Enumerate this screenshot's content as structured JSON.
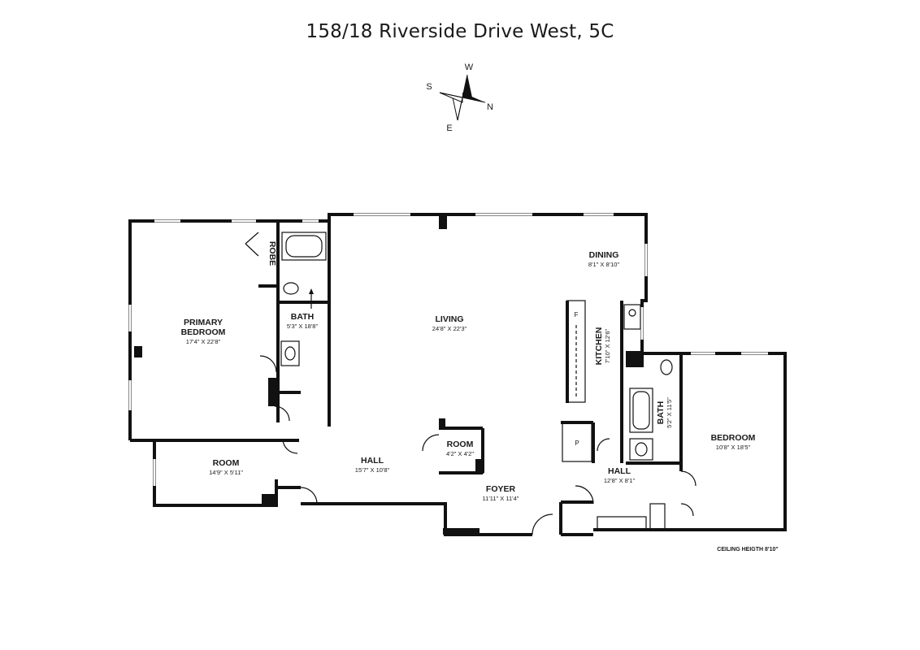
{
  "title": "158/18 Riverside Drive West, 5C",
  "compass": {
    "w": "W",
    "n": "N",
    "e": "E",
    "s": "S"
  },
  "rooms": {
    "primary_bedroom": {
      "name_line1": "PRIMARY",
      "name_line2": "BEDROOM",
      "dims": "17'4\" X 22'8\""
    },
    "robe": {
      "name": "ROBE"
    },
    "bath1": {
      "name": "BATH",
      "dims": "5'3\" X 18'8\""
    },
    "living": {
      "name": "LIVING",
      "dims": "24'8\" X 22'3\""
    },
    "dining": {
      "name": "DINING",
      "dims": "8'1\" X 8'10\""
    },
    "kitchen": {
      "name": "KITCHEN",
      "dims": "7'10\" X 12'6\""
    },
    "bath2": {
      "name": "BATH",
      "dims": "5'2\" X 11'5\""
    },
    "bedroom": {
      "name": "BEDROOM",
      "dims": "10'8\" X 18'5\""
    },
    "room_west": {
      "name": "ROOM",
      "dims": "14'9\" X 5'11\""
    },
    "hall_main": {
      "name": "HALL",
      "dims": "15'7\" X 10'8\""
    },
    "room_small": {
      "name": "ROOM",
      "dims": "4'2\" X 4'2\""
    },
    "foyer": {
      "name": "FOYER",
      "dims": "11'11\" X 11'4\""
    },
    "hall_east": {
      "name": "HALL",
      "dims": "12'8\" X 8'1\""
    }
  },
  "fixtures": {
    "fridge": "F",
    "pantry": "P"
  },
  "ceiling_height": "CEILING HEIGTH 8'10\""
}
